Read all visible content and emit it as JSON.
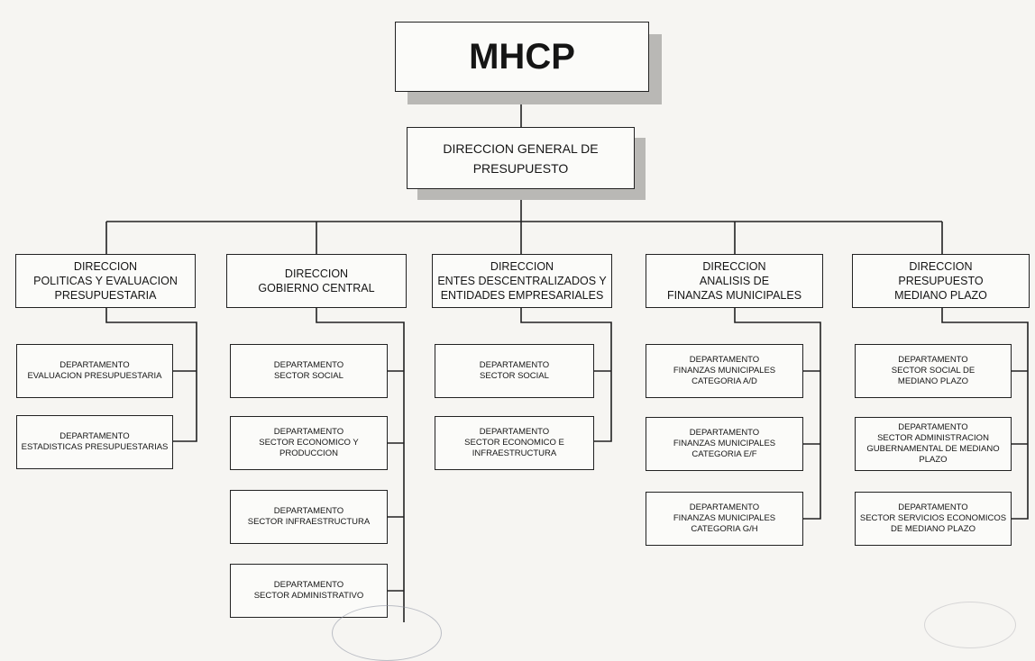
{
  "org": {
    "root": "MHCP",
    "general": "DIRECCION GENERAL DE\nPRESUPUESTO",
    "directions": [
      {
        "label": "DIRECCION\nPOLITICAS Y EVALUACION\nPRESUPUESTARIA",
        "departments": [
          "DEPARTAMENTO\nEVALUACION PRESUPUESTARIA",
          "DEPARTAMENTO\nESTADISTICAS PRESUPUESTARIAS"
        ]
      },
      {
        "label": "DIRECCION\nGOBIERNO CENTRAL",
        "departments": [
          "DEPARTAMENTO\nSECTOR SOCIAL",
          "DEPARTAMENTO\nSECTOR ECONOMICO Y\nPRODUCCION",
          "DEPARTAMENTO\nSECTOR INFRAESTRUCTURA",
          "DEPARTAMENTO\nSECTOR ADMINISTRATIVO"
        ]
      },
      {
        "label": "DIRECCION\nENTES DESCENTRALIZADOS Y\nENTIDADES EMPRESARIALES",
        "departments": [
          "DEPARTAMENTO\nSECTOR SOCIAL",
          "DEPARTAMENTO\nSECTOR ECONOMICO E\nINFRAESTRUCTURA"
        ]
      },
      {
        "label": "DIRECCION\nANALISIS DE\nFINANZAS MUNICIPALES",
        "departments": [
          "DEPARTAMENTO\nFINANZAS MUNICIPALES\nCATEGORIA A/D",
          "DEPARTAMENTO\nFINANZAS MUNICIPALES\nCATEGORIA E/F",
          "DEPARTAMENTO\nFINANZAS MUNICIPALES\nCATEGORIA G/H"
        ]
      },
      {
        "label": "DIRECCION\nPRESUPUESTO\nMEDIANO PLAZO",
        "departments": [
          "DEPARTAMENTO\nSECTOR SOCIAL DE\nMEDIANO PLAZO",
          "DEPARTAMENTO\nSECTOR ADMINISTRACION\nGUBERNAMENTAL DE MEDIANO\nPLAZO",
          "DEPARTAMENTO\nSECTOR SERVICIOS ECONOMICOS\nDE MEDIANO PLAZO"
        ]
      }
    ]
  }
}
